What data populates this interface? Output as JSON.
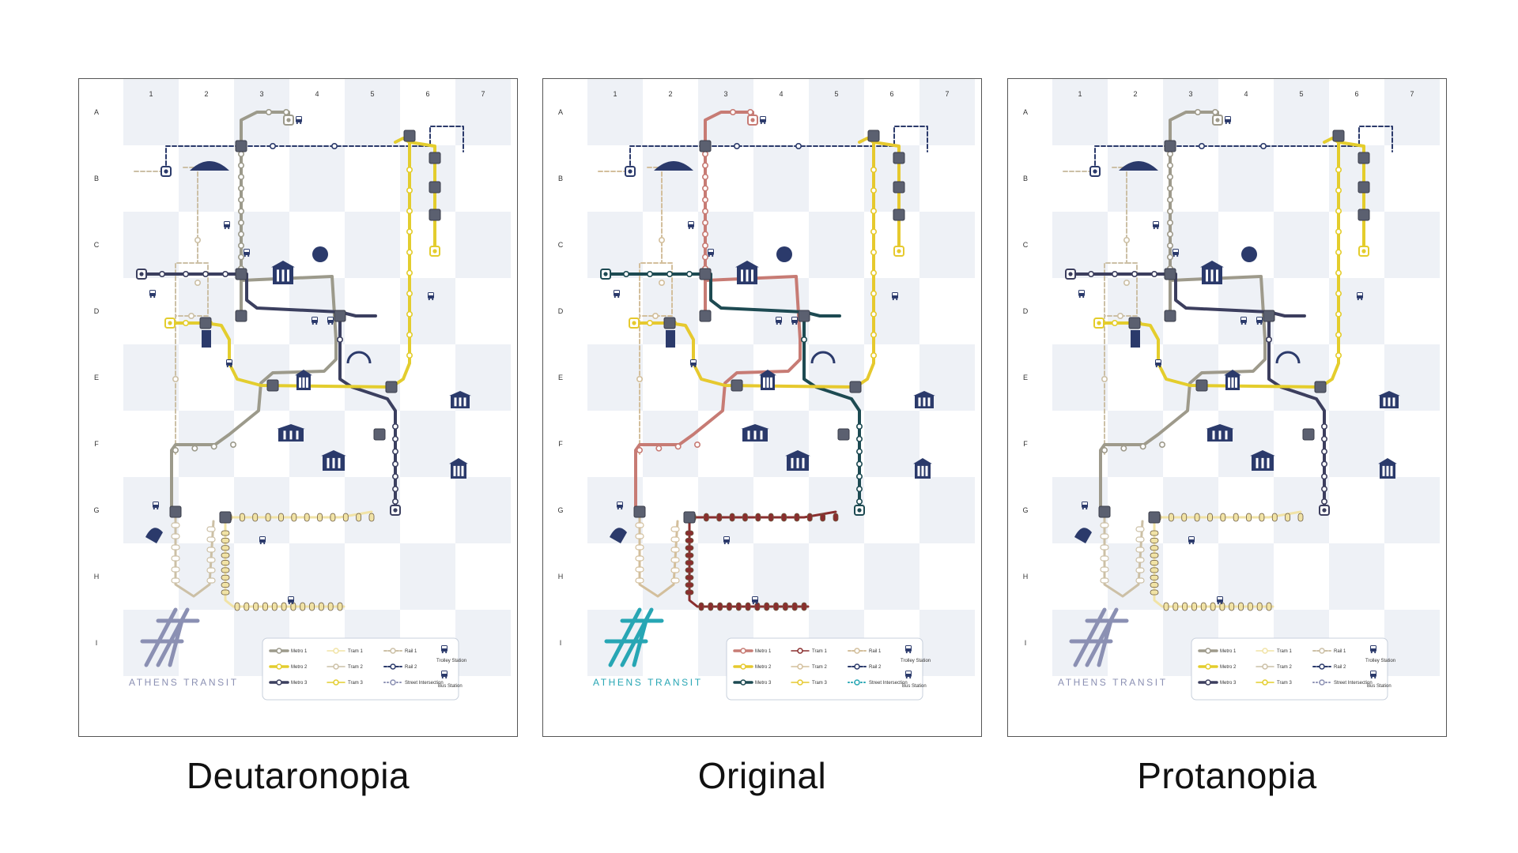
{
  "colors": {
    "panel_bg_light": "#eef1f6",
    "bus_icon": "#2b3a6b",
    "deuteranopia": {
      "metro1": "#9c9a8b",
      "metro2": "#e3cd2e",
      "metro3": "#3b3f5f",
      "rail1": "#ccc0a6",
      "rail2": "#2b3a6b",
      "tram": "#f1e3a6",
      "logo": "#8b90b3"
    },
    "original": {
      "metro1": "#c77b74",
      "metro2": "#e6c92e",
      "metro3": "#1d4a52",
      "rail1": "#d3bf9c",
      "rail2": "#2b3a6b",
      "tram": "#8a2e2e",
      "logo": "#27a6b4"
    },
    "protanopia": {
      "metro1": "#9e9a8b",
      "metro2": "#e4cd2c",
      "metro3": "#3c3e5e",
      "rail1": "#ccc0a6",
      "rail2": "#2b3a6b",
      "tram": "#f1e3a6",
      "logo": "#8b90b3"
    }
  },
  "map": {
    "columns": [
      "1",
      "2",
      "3",
      "4",
      "5",
      "6",
      "7"
    ],
    "rows": [
      "A",
      "B",
      "C",
      "D",
      "E",
      "F",
      "G",
      "H",
      "I"
    ],
    "brand": "ATHENS TRANSIT",
    "legend": {
      "metro1": "Metro 1",
      "metro2": "Metro 2",
      "metro3": "Metro 3",
      "tram1": "Tram 1",
      "tram2": "Tram 2",
      "tram3": "Tram 3",
      "rail1": "Rail 1",
      "rail2": "Rail 2",
      "street": "Street Intersection",
      "trolley": "Trolley Station",
      "bus": "Bus Station"
    }
  },
  "panels": [
    {
      "id": "deuteranopia",
      "caption": "Deutaronopia"
    },
    {
      "id": "original",
      "caption": "Original"
    },
    {
      "id": "protanopia",
      "caption": "Protanopia"
    }
  ]
}
